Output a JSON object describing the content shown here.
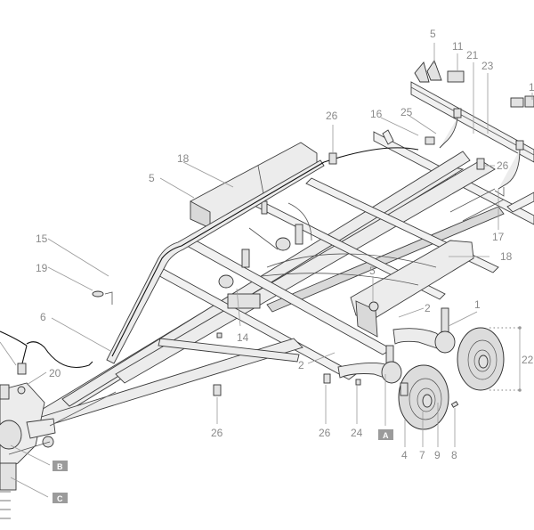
{
  "diagram": {
    "title": "Trailer chassis exploded parts view",
    "callouts": [
      {
        "id": "c5-top",
        "text": "5"
      },
      {
        "id": "c11",
        "text": "11"
      },
      {
        "id": "c21",
        "text": "21"
      },
      {
        "id": "c23",
        "text": "23"
      },
      {
        "id": "c1x-edge",
        "text": "1"
      },
      {
        "id": "c26-top",
        "text": "26"
      },
      {
        "id": "c16",
        "text": "16"
      },
      {
        "id": "c25",
        "text": "25"
      },
      {
        "id": "c26-right",
        "text": "26"
      },
      {
        "id": "c17",
        "text": "17"
      },
      {
        "id": "c18-top",
        "text": "18"
      },
      {
        "id": "c5-left",
        "text": "5"
      },
      {
        "id": "c15",
        "text": "15"
      },
      {
        "id": "c19",
        "text": "19"
      },
      {
        "id": "c6",
        "text": "6"
      },
      {
        "id": "c20",
        "text": "20"
      },
      {
        "id": "c14",
        "text": "14"
      },
      {
        "id": "c2-lower",
        "text": "2"
      },
      {
        "id": "c5-mid",
        "text": "5"
      },
      {
        "id": "c18-right",
        "text": "18"
      },
      {
        "id": "c2-upper",
        "text": "2"
      },
      {
        "id": "c1",
        "text": "1"
      },
      {
        "id": "c22",
        "text": "22"
      },
      {
        "id": "c26-bottom-left",
        "text": "26"
      },
      {
        "id": "c26-bottom-mid",
        "text": "26"
      },
      {
        "id": "c24",
        "text": "24"
      },
      {
        "id": "c4",
        "text": "4"
      },
      {
        "id": "c7",
        "text": "7"
      },
      {
        "id": "c9",
        "text": "9"
      },
      {
        "id": "c8",
        "text": "8"
      }
    ],
    "detail_markers": [
      {
        "id": "A",
        "text": "A"
      },
      {
        "id": "B",
        "text": "B"
      },
      {
        "id": "C",
        "text": "C"
      }
    ],
    "colors": {
      "label_gray": "#8a8a8a",
      "marker_box": "#9b9b9b",
      "line": "#3c3c3c",
      "fill_light": "#ececec"
    }
  }
}
